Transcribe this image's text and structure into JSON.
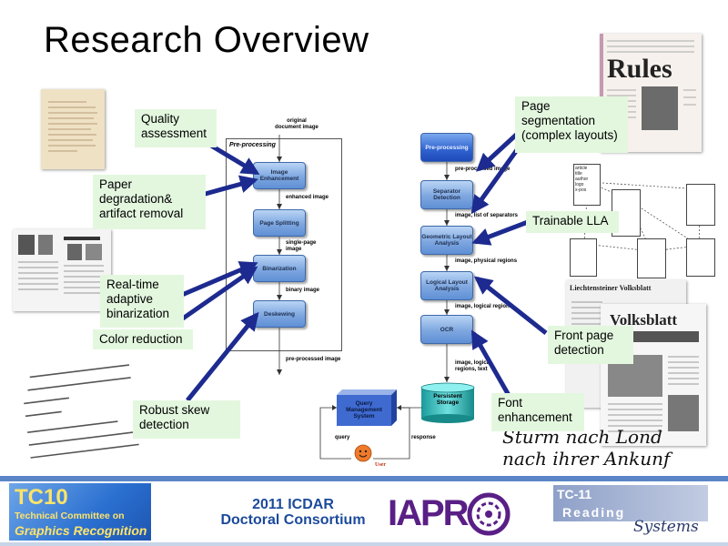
{
  "slide": {
    "title": "Research Overview"
  },
  "callouts": {
    "quality": "Quality assessment",
    "paper": "Paper degradation& artifact removal",
    "realtime": "Real-time adaptive binarization",
    "color": "Color reduction",
    "skew": "Robust skew detection",
    "pageseg": "Page segmentation (complex layouts)",
    "trainable": "Trainable LLA",
    "frontpage": "Front page detection",
    "font": "Font enhancement"
  },
  "left_flow": {
    "section_label": "Pre-processing",
    "input_label": "original document image",
    "boxes": [
      "Image Enhancement",
      "Page Splitting",
      "Binarization",
      "Deskewing"
    ],
    "edge_labels": [
      "enhanced image",
      "single-page image",
      "binary image",
      "pre-processed image"
    ]
  },
  "right_flow": {
    "boxes": [
      "Pre-processing",
      "Separator Detection",
      "Geometric Layout Analysis",
      "Logical Layout Analysis",
      "OCR"
    ],
    "edge_labels": [
      "pre-processed image",
      "image, list of separators",
      "image, physical regions",
      "image, logical regions",
      "image, logical regions, text"
    ],
    "storage": "Persistent Storage",
    "query_system": "Query Management System",
    "query_label": "query",
    "response_label": "response",
    "user_label": "User"
  },
  "layout_tree": {
    "node_lines": [
      "article",
      "title",
      "author",
      "logo",
      "x-pos"
    ]
  },
  "thumbnails": {
    "rules_heading": "Rules",
    "paper_title_1": "Liechtensteiner Volksblatt",
    "paper_title_2": "Volksblatt"
  },
  "fraktur": {
    "line1": "Sturm nach Lond",
    "line2": "nach ihrer Ankunf"
  },
  "footer": {
    "tc10": {
      "code": "TC10",
      "line1": "Technical Committee on",
      "line2": "Graphics Recognition"
    },
    "event_line1": "2011 ICDAR",
    "event_line2": "Doctoral Consortium",
    "iapr": "IAPR",
    "tc11": {
      "code": "TC-11",
      "line": "Reading",
      "subtitle": "Systems"
    }
  },
  "colors": {
    "callout_bg": "#e3f7df",
    "arrow": "#1d2a8f",
    "box_blue": "#7ea7e0",
    "footer_band": "#5a86c8"
  }
}
